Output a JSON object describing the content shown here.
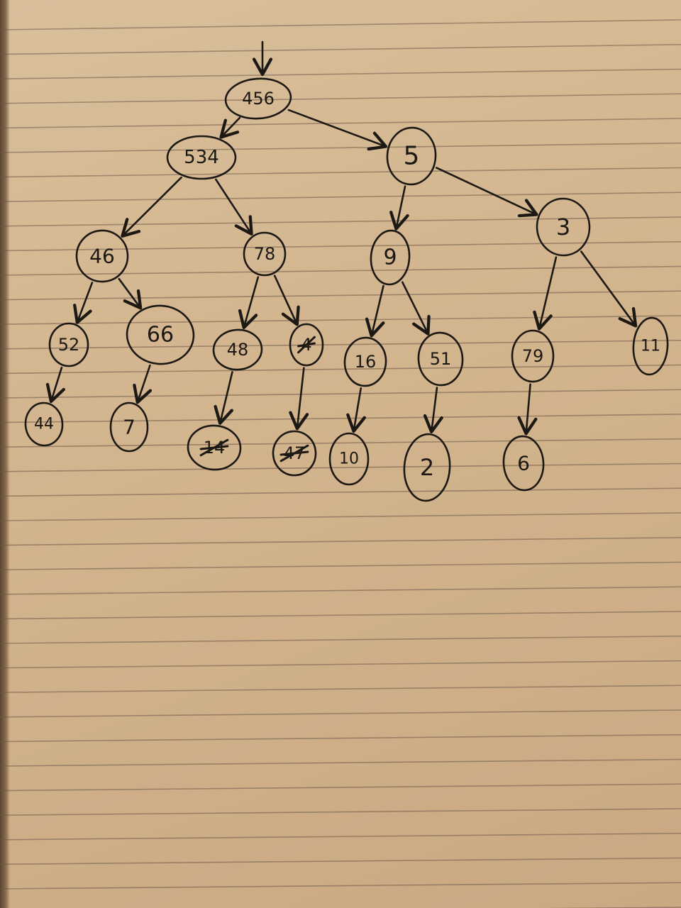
{
  "tree": {
    "nodes": [
      {
        "id": "n456",
        "label": "456"
      },
      {
        "id": "n534",
        "label": "534"
      },
      {
        "id": "n5",
        "label": "5"
      },
      {
        "id": "n46",
        "label": "46"
      },
      {
        "id": "n78",
        "label": "78"
      },
      {
        "id": "n9",
        "label": "9"
      },
      {
        "id": "n3",
        "label": "3"
      },
      {
        "id": "n52",
        "label": "52"
      },
      {
        "id": "n66",
        "label": "66"
      },
      {
        "id": "n48",
        "label": "48"
      },
      {
        "id": "n4",
        "label": "4",
        "crossed_out": true
      },
      {
        "id": "n16",
        "label": "16"
      },
      {
        "id": "n51",
        "label": "51"
      },
      {
        "id": "n79",
        "label": "79"
      },
      {
        "id": "n11",
        "label": "11"
      },
      {
        "id": "n44",
        "label": "44"
      },
      {
        "id": "n7",
        "label": "7"
      },
      {
        "id": "n14",
        "label": "14",
        "crossed_out": true
      },
      {
        "id": "n47",
        "label": "47",
        "crossed_out": true
      },
      {
        "id": "n10",
        "label": "10"
      },
      {
        "id": "n2",
        "label": "2"
      },
      {
        "id": "n6",
        "label": "6"
      }
    ],
    "edges": [
      [
        "n456",
        "n534"
      ],
      [
        "n456",
        "n5"
      ],
      [
        "n534",
        "n46"
      ],
      [
        "n534",
        "n78"
      ],
      [
        "n5",
        "n9"
      ],
      [
        "n5",
        "n3"
      ],
      [
        "n46",
        "n52"
      ],
      [
        "n46",
        "n66"
      ],
      [
        "n78",
        "n48"
      ],
      [
        "n78",
        "n4"
      ],
      [
        "n9",
        "n16"
      ],
      [
        "n9",
        "n51"
      ],
      [
        "n3",
        "n79"
      ],
      [
        "n3",
        "n11"
      ],
      [
        "n52",
        "n44"
      ],
      [
        "n66",
        "n7"
      ],
      [
        "n48",
        "n14"
      ],
      [
        "n4",
        "n47"
      ],
      [
        "n16",
        "n10"
      ],
      [
        "n51",
        "n2"
      ],
      [
        "n79",
        "n6"
      ]
    ],
    "root_pointer": "n456"
  },
  "colors": {
    "paper": "#d2b48d",
    "ink": "#1c1814",
    "rule_lines": "#6d5a4a"
  }
}
